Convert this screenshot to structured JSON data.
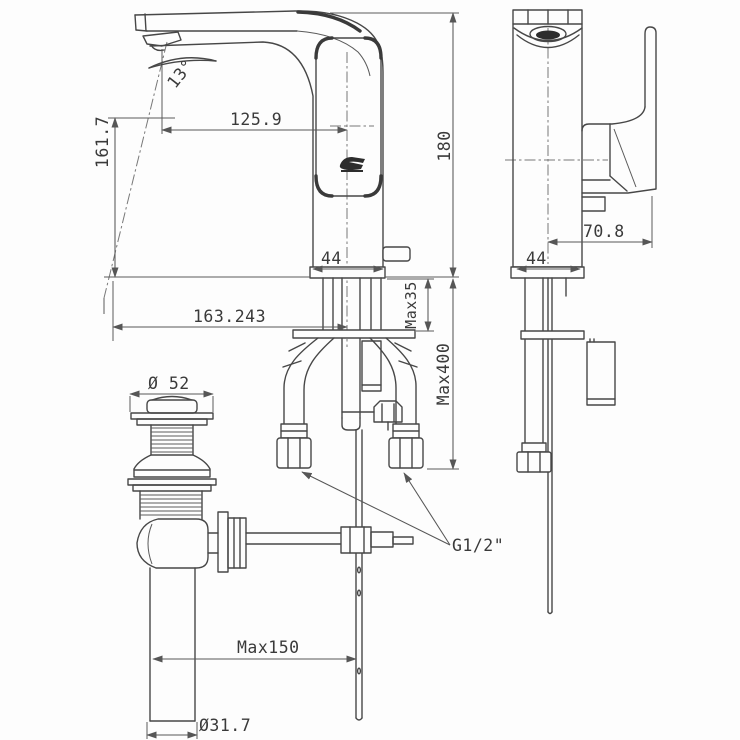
{
  "drawing": {
    "type": "faucet-installation-technical-drawing",
    "colors": {
      "line": "#474747",
      "dimension": "#565656",
      "background": "#fdfdfd",
      "logo": "#2d2d2d"
    }
  },
  "labels": {
    "spout_angle": "13°",
    "spout_reach": "125.9",
    "spout_height": "161.7",
    "overall_height": "180",
    "body_width_front": "44",
    "total_reach": "163.243",
    "max_deck_thickness": "Max35",
    "max_hose_length": "Max400",
    "side_depth": "70.8",
    "body_width_side": "44",
    "drain_flange_diameter": "Ø 52",
    "thread_size": "G1/2\"",
    "max_rod_reach": "Max150",
    "drain_pipe_diameter": "Ø31.7"
  }
}
